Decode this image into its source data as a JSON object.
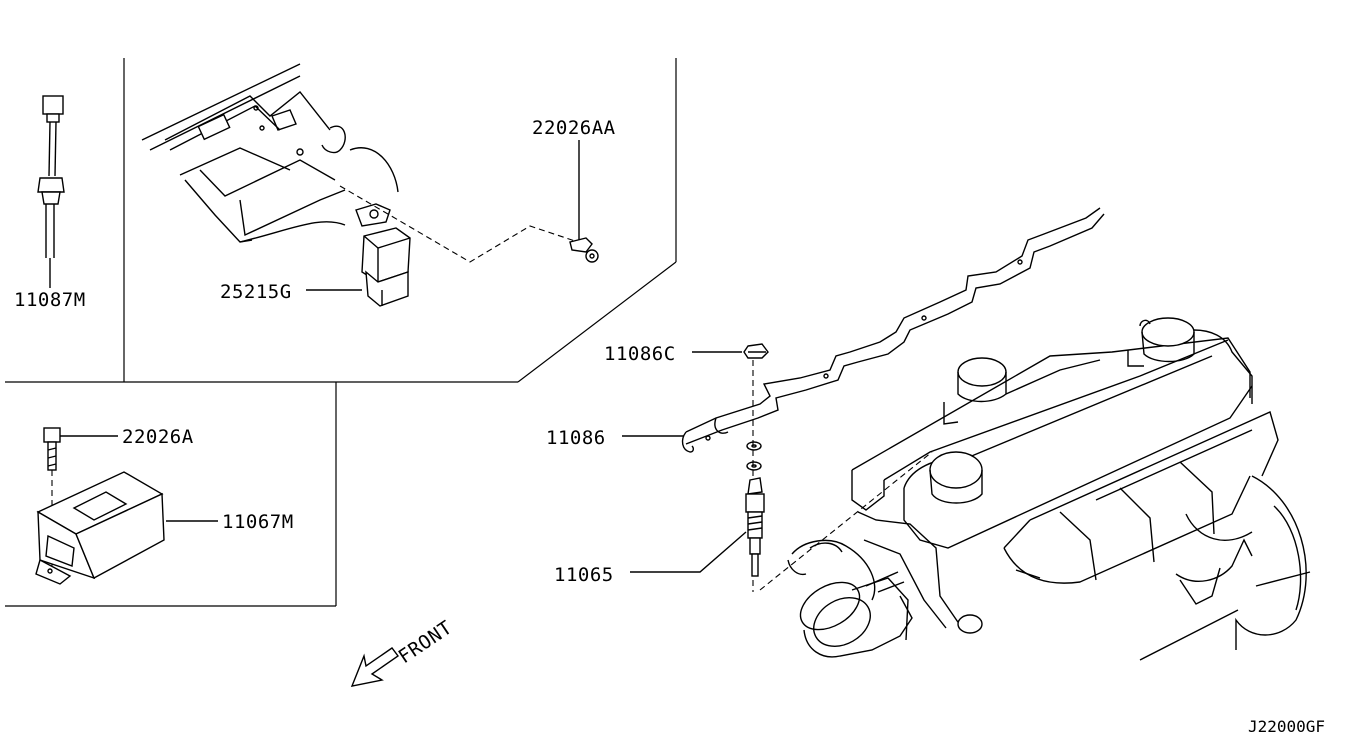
{
  "labels": {
    "p11087M": "11087M",
    "p22026AA": "22026AA",
    "p25215G": "25215G",
    "p22026A": "22026A",
    "p11067M": "11067M",
    "p11086C": "11086C",
    "p11086": "11086",
    "p11065": "11065",
    "front": "FRONT"
  },
  "diagram_code": "J22000GF"
}
